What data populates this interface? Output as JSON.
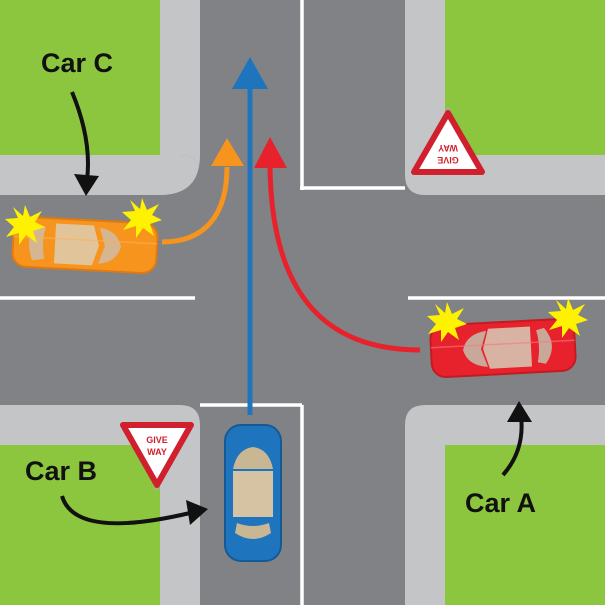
{
  "colors": {
    "grass": "#8cc63f",
    "road": "#808285",
    "kerb": "#c4c5c7",
    "line": "#ffffff",
    "car_a": "#e8222c",
    "car_b": "#1f74be",
    "car_c": "#f7941d",
    "indicator": "#fff200",
    "arrow_label": "#111111"
  },
  "labels": {
    "car_a": "Car A",
    "car_b": "Car B",
    "car_c": "Car C"
  },
  "signs": {
    "give_way_line1": "GIVE",
    "give_way_line2": "WAY"
  },
  "icons": {
    "give_way_sign": "give-way-sign-icon",
    "indicator": "indicator-flash-icon"
  }
}
